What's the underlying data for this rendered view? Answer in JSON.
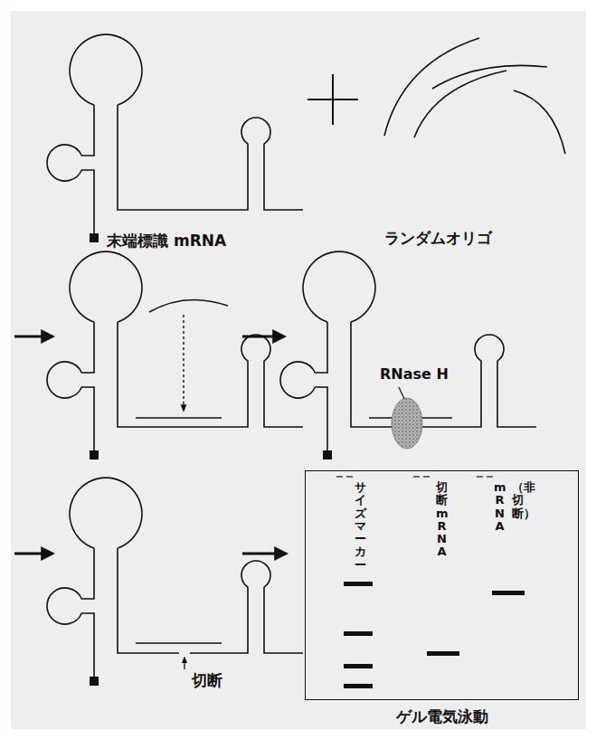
{
  "diagram": {
    "nodes": [
      {
        "text": [
          "ゲル電気泳動"
        ]
      }
    ],
    "labels": [
      "末端標識 mRNA",
      "ランダムオリゴ",
      "RNase H",
      "切断",
      "サイズマーカー",
      "切断 mRNA",
      "mRNA",
      "（非切断）"
    ]
  }
}
